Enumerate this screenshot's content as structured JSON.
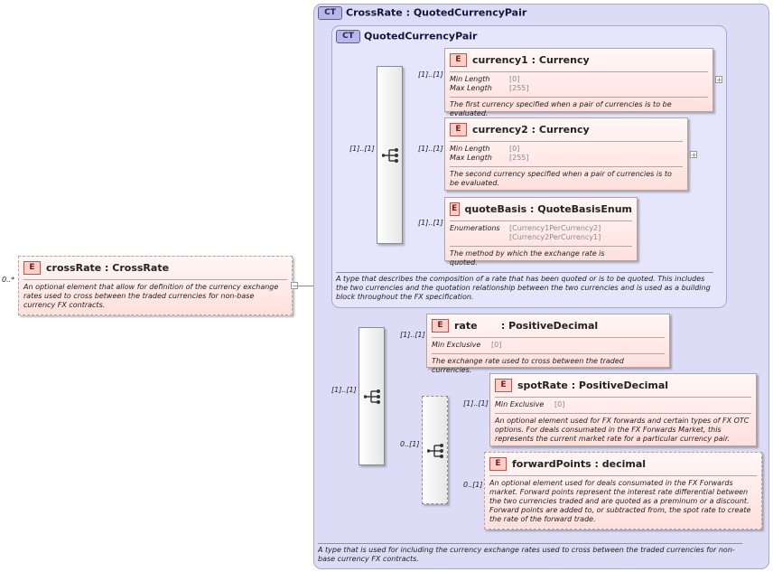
{
  "root": {
    "cardinality": "0..*",
    "badge": "E",
    "name": "crossRate",
    "type": "CrossRate",
    "doc": "An optional element that allow for definition of the currency exchange rates used to cross between the traded currencies for non-base currency FX contracts.",
    "collapse": "−"
  },
  "crossrate_type": {
    "badge": "CT",
    "name": "CrossRate",
    "base": "QuotedCurrencyPair",
    "doc": "A type that is used for including the currency exchange rates used to cross between the traded currencies for non-base currency FX contracts."
  },
  "quoted_type": {
    "badge": "CT",
    "name": "QuotedCurrencyPair",
    "doc": "A type that describes the composition of a rate that has been quoted or is to be quoted. This includes the two currencies and the quotation relationship between the two currencies and is used as a building block throughout the FX specification.",
    "sequence_card": "[1]..[1]"
  },
  "elements": {
    "currency1": {
      "badge": "E",
      "name": "currency1",
      "type": "Currency",
      "card": "[1]..[1]",
      "facets": [
        {
          "name": "Min Length",
          "value": "[0]"
        },
        {
          "name": "Max Length",
          "value": "[255]"
        }
      ],
      "doc": "The first currency specified when a pair of currencies is to be evaluated.",
      "expand": "+"
    },
    "currency2": {
      "badge": "E",
      "name": "currency2",
      "type": "Currency",
      "card": "[1]..[1]",
      "facets": [
        {
          "name": "Min Length",
          "value": "[0]"
        },
        {
          "name": "Max Length",
          "value": "[255]"
        }
      ],
      "doc": "The second currency specified when a pair of currencies is to be evaluated.",
      "expand": "+"
    },
    "quoteBasis": {
      "badge": "E",
      "name": "quoteBasis",
      "type": "QuoteBasisEnum",
      "card": "[1]..[1]",
      "facet_name": "Enumerations",
      "enum_values": [
        "[Currency1PerCurrency2]",
        "[Currency2PerCurrency1]"
      ],
      "doc": "The method by which the exchange rate is quoted."
    },
    "rate": {
      "badge": "E",
      "name": "rate",
      "type": "PositiveDecimal",
      "card": "[1]..[1]",
      "facets": [
        {
          "name": "Min Exclusive",
          "value": "[0]"
        }
      ],
      "doc": "The exchange rate used to cross between the traded currencies."
    },
    "spotRate": {
      "badge": "E",
      "name": "spotRate",
      "type": "PositiveDecimal",
      "card": "[1]..[1]",
      "facets": [
        {
          "name": "Min Exclusive",
          "value": "[0]"
        }
      ],
      "doc": "An optional element used for FX forwards and certain types of FX OTC options. For deals consumated in the FX Forwards Market, this represents the current market rate for a particular currency pair."
    },
    "forwardPoints": {
      "badge": "E",
      "name": "forwardPoints",
      "type": "decimal",
      "card": "0..[1]",
      "doc": "An optional element used for deals consumated in the FX Forwards market. Forward points represent the interest rate differential between the two currencies traded and are quoted as a preminum or a discount. Forward points are added to, or subtracted from, the spot rate to create the rate of the forward trade."
    }
  },
  "crossrate_sequence_card": "[1]..[1]",
  "inner_sequence_card": "0..[1]",
  "colors": {
    "element_fill": "#ffe0dc",
    "complex_type_fill": "#dcdcf6",
    "element_border": "#b4a3a0"
  }
}
